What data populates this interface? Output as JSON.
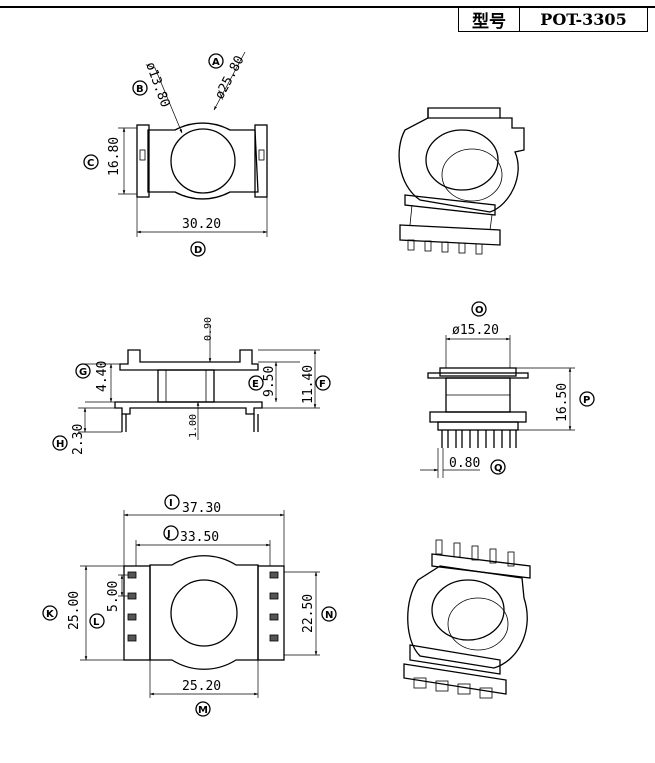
{
  "title_block": {
    "label": "型号",
    "value": "POT-3305"
  },
  "dims": {
    "d1": "ø13.80",
    "d2": "ø25.80",
    "d3": "16.80",
    "d4": "30.20",
    "d5": "0.90",
    "d6": "4.40",
    "d7": "9.50",
    "d8": "11.40",
    "d9": "2.30",
    "d10": "1.00",
    "d11": "ø15.20",
    "d12": "16.50",
    "d13": "0.80",
    "d14": "37.30",
    "d15": "33.50",
    "d16": "25.00",
    "d17": "5.00",
    "d18": "22.50",
    "d19": "25.20"
  },
  "callouts": [
    "A",
    "B",
    "C",
    "D",
    "E",
    "F",
    "G",
    "H",
    "O",
    "P",
    "Q",
    "I",
    "J",
    "K",
    "L",
    "N",
    "M"
  ]
}
